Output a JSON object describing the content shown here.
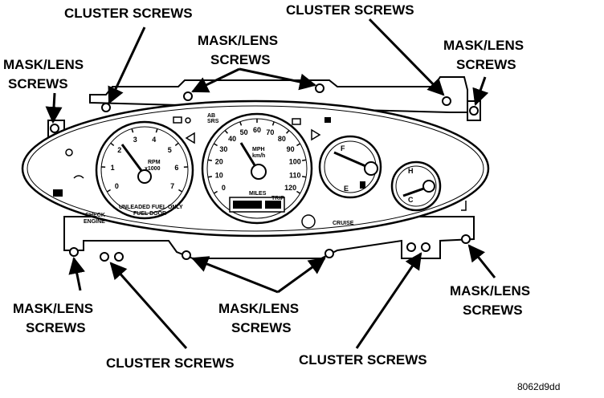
{
  "callouts": {
    "cluster_screws": "CLUSTER SCREWS",
    "mask_lens_screws_line1": "MASK/LENS",
    "mask_lens_screws_line2": "SCREWS"
  },
  "cluster": {
    "tach_label_line1": "RPM",
    "tach_label_line2": "x1000",
    "tach_ticks": [
      "0",
      "1",
      "2",
      "3",
      "4",
      "5",
      "6",
      "7"
    ],
    "speedo_label_line1": "MPH",
    "speedo_label_line2": "km/h",
    "speedo_ticks": [
      "0",
      "10",
      "20",
      "30",
      "40",
      "50",
      "60",
      "70",
      "80",
      "90",
      "100",
      "110",
      "120"
    ],
    "odometer_label": "MILES",
    "trip_label": "TRIP",
    "fuel_full": "F",
    "fuel_empty": "E",
    "temp_hot": "H",
    "temp_cold": "C",
    "unleaded_line1": "UNLEADED FUEL ONLY",
    "unleaded_line2": "FUEL DOOR",
    "check_line1": "CHECK",
    "check_line2": "ENGINE",
    "cruise": "CRUISE",
    "ab_line1": "AB",
    "ab_line2": "SRS"
  },
  "figure_id": "8062d9dd"
}
